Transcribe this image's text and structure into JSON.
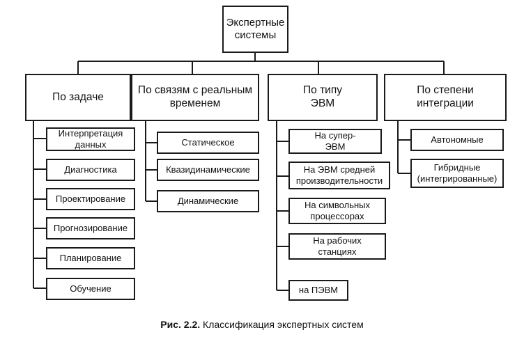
{
  "root": {
    "label": "Экспертные\nсистемы"
  },
  "categories": [
    {
      "label": "По задаче",
      "items": [
        "Интерпретация\nданных",
        "Диагностика",
        "Проектирование",
        "Прогнозирование",
        "Планирование",
        "Обучение"
      ]
    },
    {
      "label": "По связям с реальным\nвременем",
      "items": [
        "Статическое",
        "Квазидинамические",
        "Динамические"
      ]
    },
    {
      "label": "По типу\nЭВМ",
      "items": [
        "На супер-\nЭВМ",
        "На ЭВМ средней\nпроизводительности",
        "На символьных\nпроцессорах",
        "На рабочих\nстанциях",
        "на ПЭВМ"
      ]
    },
    {
      "label": "По степени\nинтеграции",
      "items": [
        "Автономные",
        "Гибридные\n(интегрированные)"
      ]
    }
  ],
  "caption": {
    "number": "Рис. 2.2.",
    "text": " Классификация экспертных систем"
  }
}
